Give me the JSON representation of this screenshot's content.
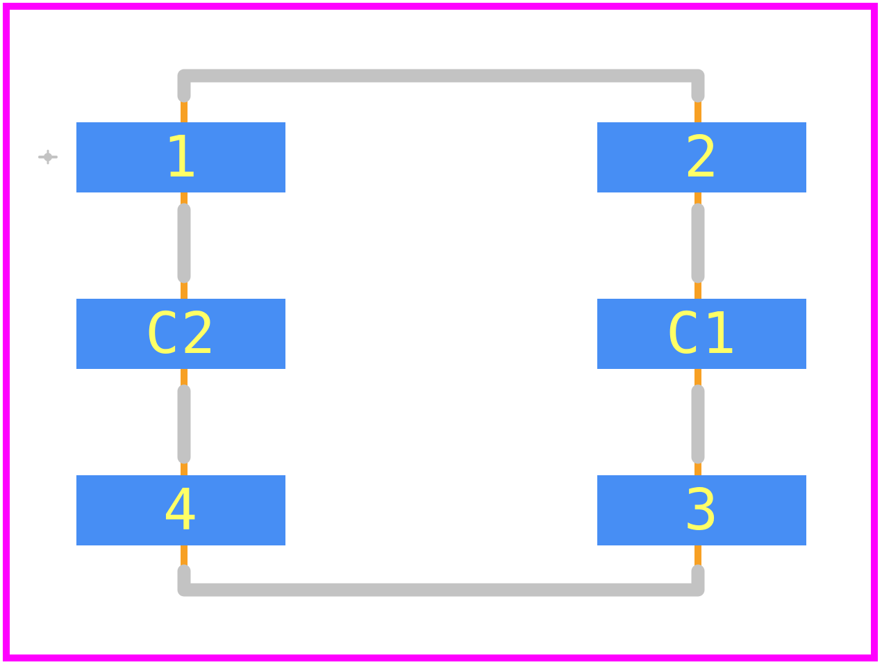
{
  "colors": {
    "board_outline": "#ff00ff",
    "pad": "#478ef4",
    "pad_text": "#ffff66",
    "silkscreen": "#c3c3c3",
    "lead": "#f7a023",
    "background": "#ffffff"
  },
  "pads": [
    {
      "id": "pad-1",
      "label": "1"
    },
    {
      "id": "pad-2",
      "label": "2"
    },
    {
      "id": "pad-c2",
      "label": "C2"
    },
    {
      "id": "pad-c1",
      "label": "C1"
    },
    {
      "id": "pad-4",
      "label": "4"
    },
    {
      "id": "pad-3",
      "label": "3"
    }
  ],
  "origin_marker": "crosshair-icon"
}
